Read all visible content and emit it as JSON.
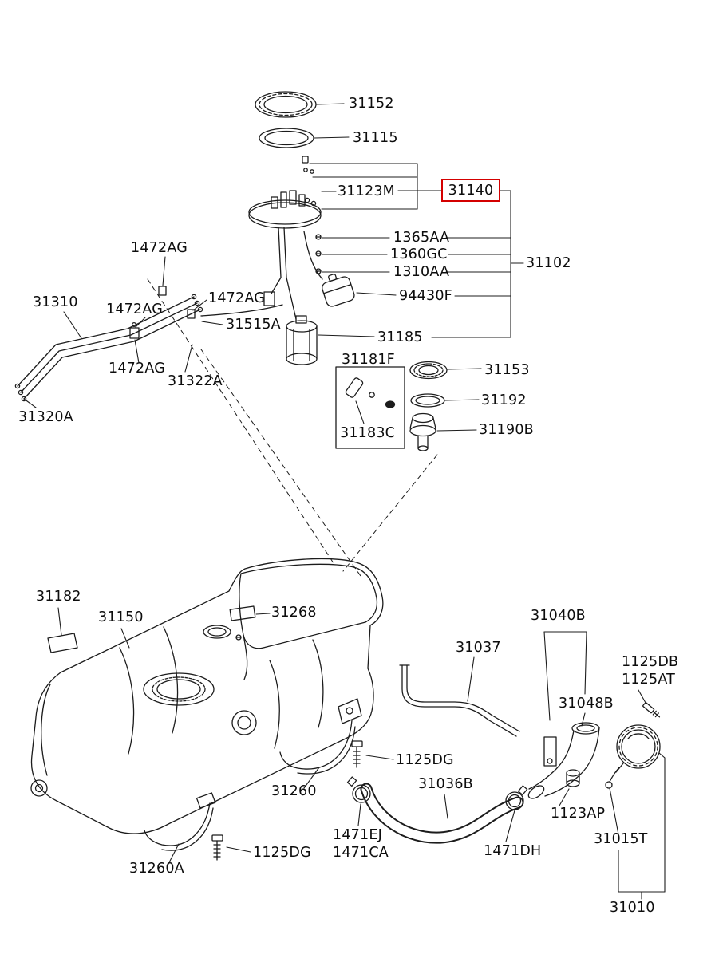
{
  "diagram": {
    "name": "Fuel tank and fuel pump exploded parts diagram",
    "highlighted_part": "31140",
    "highlight_color": "#d40000",
    "line_color": "#1c1c1c",
    "background": "#ffffff"
  },
  "labels": [
    {
      "text": "31152"
    },
    {
      "text": "31115"
    },
    {
      "text": "31123M"
    },
    {
      "text": "31140"
    },
    {
      "text": "1365AA"
    },
    {
      "text": "1360GC"
    },
    {
      "text": "1310AA"
    },
    {
      "text": "31102"
    },
    {
      "text": "94430F"
    },
    {
      "text": "1472AG"
    },
    {
      "text": "31310"
    },
    {
      "text": "1472AG"
    },
    {
      "text": "1472AG"
    },
    {
      "text": "31515A"
    },
    {
      "text": "31185"
    },
    {
      "text": "1472AG"
    },
    {
      "text": "31322A"
    },
    {
      "text": "31320A"
    },
    {
      "text": "31181F"
    },
    {
      "text": "31153"
    },
    {
      "text": "31192"
    },
    {
      "text": "31183C"
    },
    {
      "text": "31190B"
    },
    {
      "text": "31182"
    },
    {
      "text": "31150"
    },
    {
      "text": "31268"
    },
    {
      "text": "31037"
    },
    {
      "text": "31040B"
    },
    {
      "text": "1125DB"
    },
    {
      "text": "1125AT"
    },
    {
      "text": "31048B"
    },
    {
      "text": "1125DG"
    },
    {
      "text": "31260"
    },
    {
      "text": "31036B"
    },
    {
      "text": "1123AP"
    },
    {
      "text": "1471EJ"
    },
    {
      "text": "1471CA"
    },
    {
      "text": "1471DH"
    },
    {
      "text": "31015T"
    },
    {
      "text": "1125DG"
    },
    {
      "text": "31260A"
    },
    {
      "text": "31010"
    }
  ]
}
